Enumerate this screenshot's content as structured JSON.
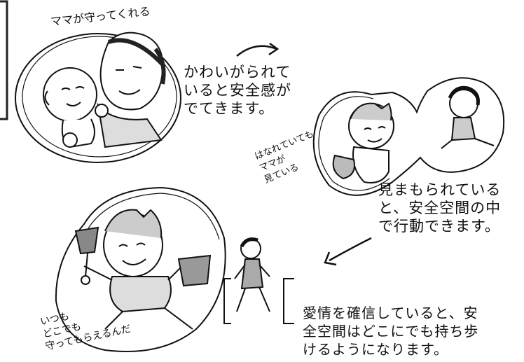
{
  "captions": {
    "first": "かわいがられて\nいると安全感が\nでてきます。",
    "second": "見まもられている\nと、安全空間の中\nで行動できます。",
    "third": "愛情を確信していると、安\n全空間はどこにでも持ち歩\nけるようになります。"
  },
  "handwritten": {
    "top": "ママが守ってくれる",
    "middle": "はなれていても\nママが\n見ている",
    "bottom": "いつも\nどこでも\n守ってもらえるんだ"
  }
}
